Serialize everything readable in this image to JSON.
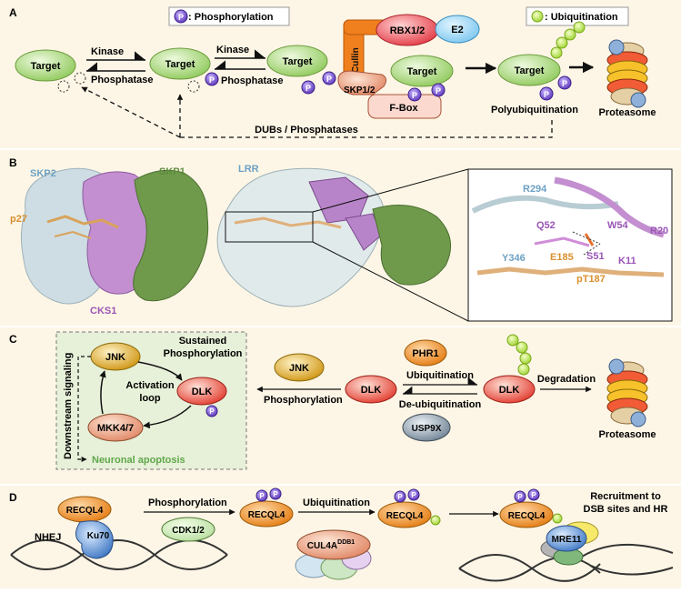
{
  "panelA": {
    "label": "A",
    "legend_phos": "Phosphorylation",
    "legend_phos_prefix": ": ",
    "legend_ub": ": Ubiquitination",
    "p_symbol": "P",
    "target": "Target",
    "kinase": "Kinase",
    "phosphatase": "Phosphatase",
    "cullin": "Cullin",
    "rbx": "RBX1/2",
    "e2": "E2",
    "skp": "SKP1/2",
    "fbox": "F-Box",
    "polyub": "Polyubiquitination",
    "proteasome": "Proteasome",
    "dubs": "DUBs / Phosphatases"
  },
  "panelB": {
    "label": "B",
    "skp2": "SKP2",
    "skp1": "SKP1",
    "p27": "p27",
    "cks1": "CKS1",
    "lrr": "LRR",
    "residues": [
      "R294",
      "Q52",
      "W54",
      "R20",
      "S51",
      "K11",
      "E185",
      "Y346",
      "pT187"
    ]
  },
  "panelC": {
    "label": "C",
    "jnk": "JNK",
    "dlk": "DLK",
    "mkk": "MKK4/7",
    "sustained": "Sustained",
    "phosphorylation": "Phosphorylation",
    "activation": "Activation",
    "loop": "loop",
    "downstream": "Downstream signaling",
    "apoptosis": "Neuronal apoptosis",
    "phr1": "PHR1",
    "ubiquitination": "Ubiquitination",
    "deub": "De-ubiquitination",
    "usp9x": "USP9X",
    "degradation": "Degradation",
    "proteasome": "Proteasome"
  },
  "panelD": {
    "label": "D",
    "recql4": "RECQL4",
    "ku70": "Ku70",
    "nhej": "NHEJ",
    "phosphorylation": "Phosphorylation",
    "cdk": "CDK1/2",
    "ubiquitination": "Ubiquitination",
    "cul4a": "CUL4A",
    "ddb1": "DDB1",
    "recruit1": "Recruitment to",
    "recruit2": "DSB sites and HR",
    "mre11": "MRE11"
  },
  "colors": {
    "panelA_bg": "#fdf6e6",
    "panelB_bg": "#fdf6e6",
    "panelC_bg": "#fdf6e6",
    "panelD_bg": "#fdf6e6",
    "target_green": "#a8d67a",
    "phospho_purple": "#7a4fc6",
    "ub_green": "#b6e24a",
    "cks1_purple": "#b884c9",
    "skp1_green": "#6f9a4c",
    "skp2_blue": "#c9dde3",
    "p27_orange": "#e1a456",
    "dlk_red": "#e8463a",
    "jnk_gold": "#d9a520",
    "cullin_orange": "#f07f1e",
    "apoptosis_green": "#5fa84a",
    "recql4_orange": "#e88a18",
    "ku70_blue": "#4f86c9"
  }
}
